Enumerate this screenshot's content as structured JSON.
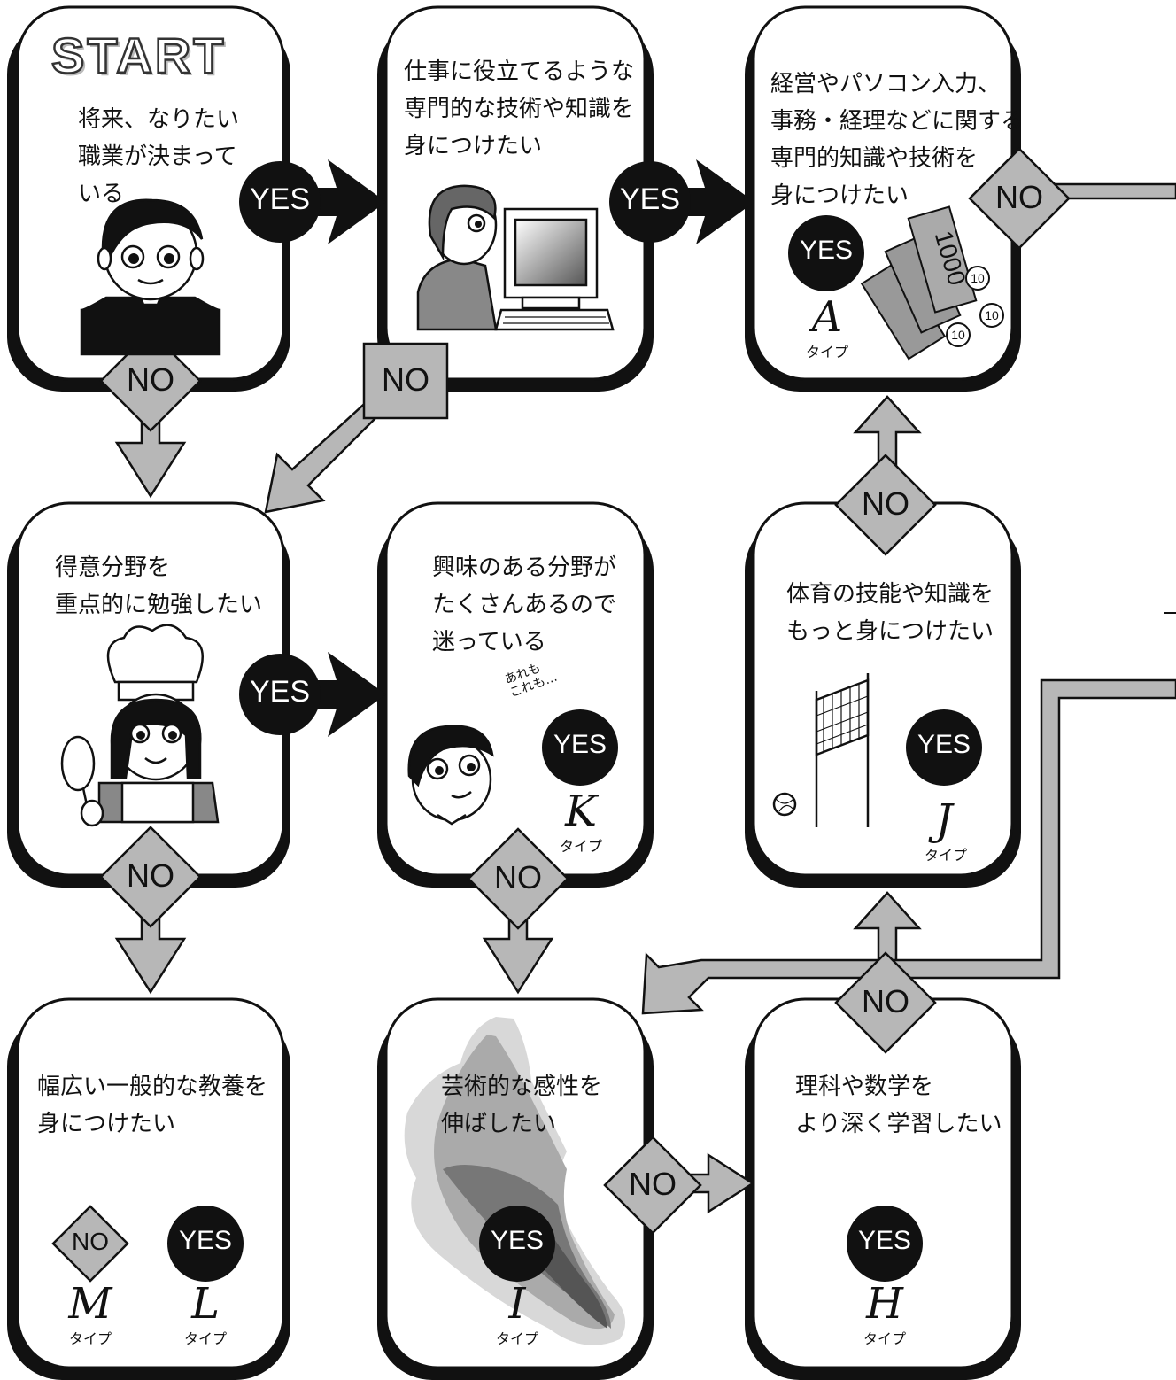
{
  "start_label": "START",
  "yes_label": "YES",
  "no_label": "NO",
  "type_suffix": "タイプ",
  "questions": {
    "q1": "将来、なりたい\n職業が決まって\nいる",
    "q2": "仕事に役立てるような\n専門的な技術や知識を\n身につけたい",
    "q3": "経営やパソコン入力、\n事務・経理などに関する\n専門的知識や技術を\n身につけたい",
    "q4": "得意分野を\n重点的に勉強したい",
    "q5": "興味のある分野が\nたくさんあるので\n迷っている",
    "q6": "体育の技能や知識を\nもっと身につけたい",
    "q7": "幅広い一般的な教養を\n身につけたい",
    "q8": "芸術的な感性を\n伸ばしたい",
    "q9": "理科や数学を\nより深く学習したい"
  },
  "results": {
    "A": "A",
    "K": "K",
    "J": "J",
    "M": "M",
    "L": "L",
    "I": "I",
    "H": "H"
  },
  "illustration_text": {
    "speech": "あれも\nこれも…",
    "bill_value": "1000",
    "coin_value": "10"
  }
}
